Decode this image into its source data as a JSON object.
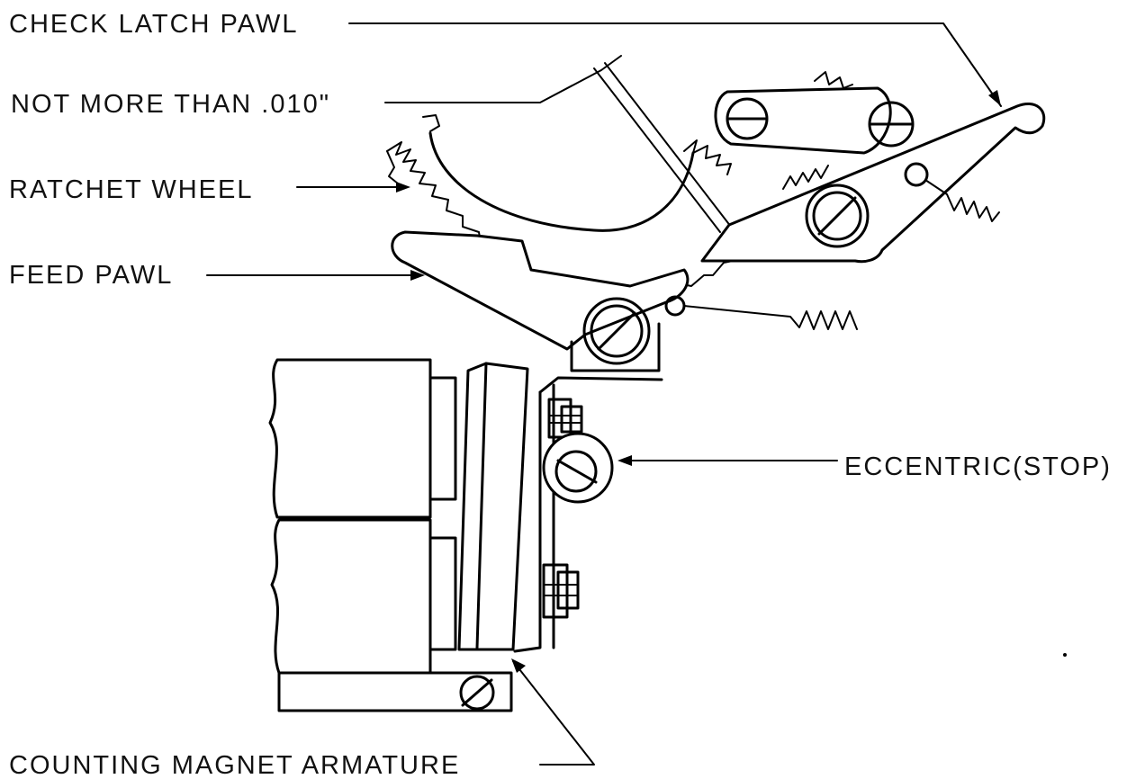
{
  "labels": {
    "check_latch_pawl": "CHECK LATCH PAWL",
    "clearance": "NOT MORE THAN .010\"",
    "ratchet_wheel": "RATCHET WHEEL",
    "feed_pawl": "FEED PAWL",
    "eccentric": "ECCENTRIC(STOP)",
    "armature": "COUNTING MAGNET ARMATURE"
  }
}
